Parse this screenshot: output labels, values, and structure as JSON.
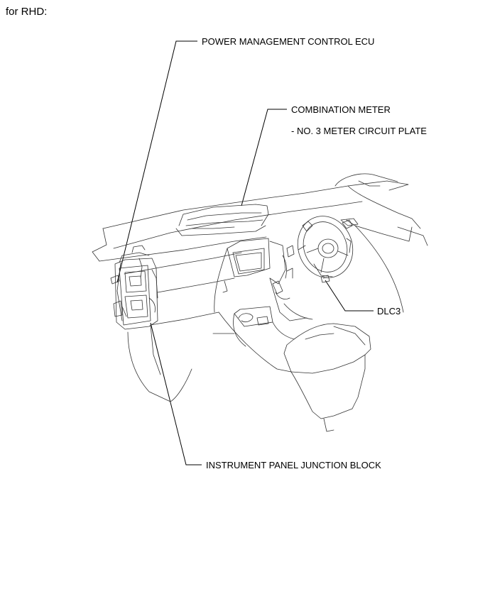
{
  "header": {
    "text": "for RHD:"
  },
  "labels": {
    "power_ecu": "POWER MANAGEMENT CONTROL ECU",
    "combination_meter": "COMBINATION METER",
    "meter_plate": "- NO. 3 METER CIRCUIT PLATE",
    "dlc3": "DLC3",
    "junction_block": "INSTRUMENT PANEL JUNCTION BLOCK"
  }
}
